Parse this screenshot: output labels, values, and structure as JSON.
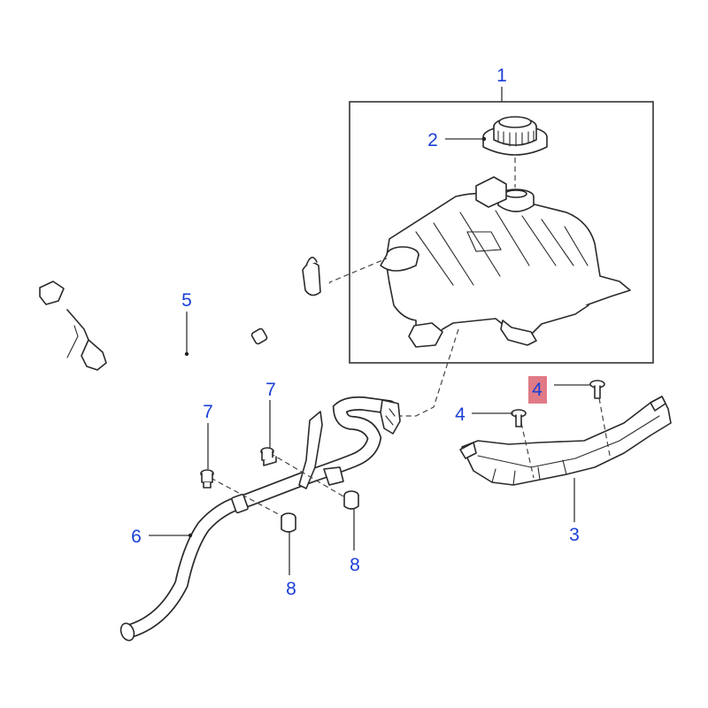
{
  "callouts": {
    "c1": "1",
    "c2": "2",
    "c3": "3",
    "c4a": "4",
    "c4b": "4",
    "c5": "5",
    "c6": "6",
    "c7a": "7",
    "c7b": "7",
    "c8a": "8",
    "c8b": "8"
  },
  "colors": {
    "callout_text": "#1a3fd6",
    "highlight": "#e07a86",
    "line": "#2a2a2a"
  }
}
